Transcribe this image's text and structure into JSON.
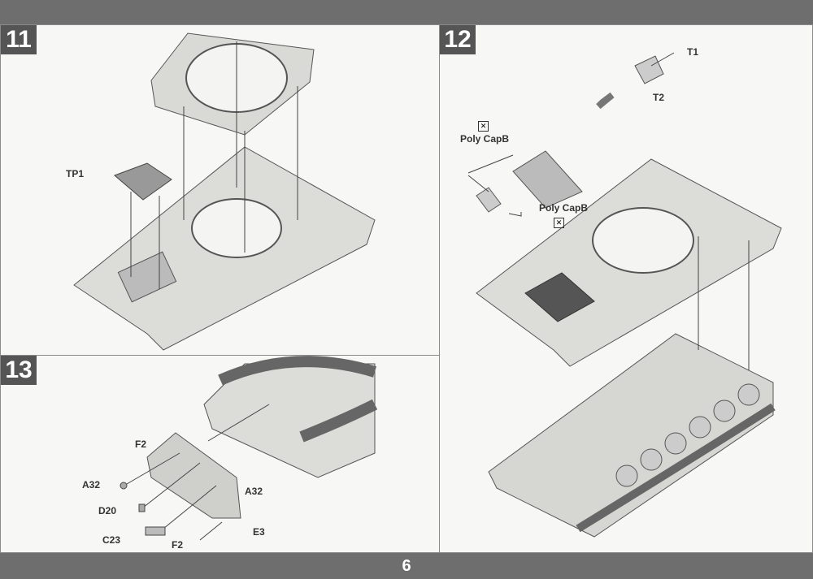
{
  "page_number": "6",
  "steps": {
    "s11": {
      "number": "11",
      "labels": {
        "tp1": "TP1"
      }
    },
    "s12": {
      "number": "12",
      "labels": {
        "t1": "T1",
        "t2": "T2",
        "poly_cap_1": "Poly CapB",
        "poly_cap_2": "Poly CapB"
      }
    },
    "s13": {
      "number": "13",
      "labels": {
        "f2_top": "F2",
        "a32_left": "A32",
        "a32_right": "A32",
        "d20": "D20",
        "c23": "C23",
        "f2_bottom": "F2",
        "e3": "E3"
      }
    }
  }
}
